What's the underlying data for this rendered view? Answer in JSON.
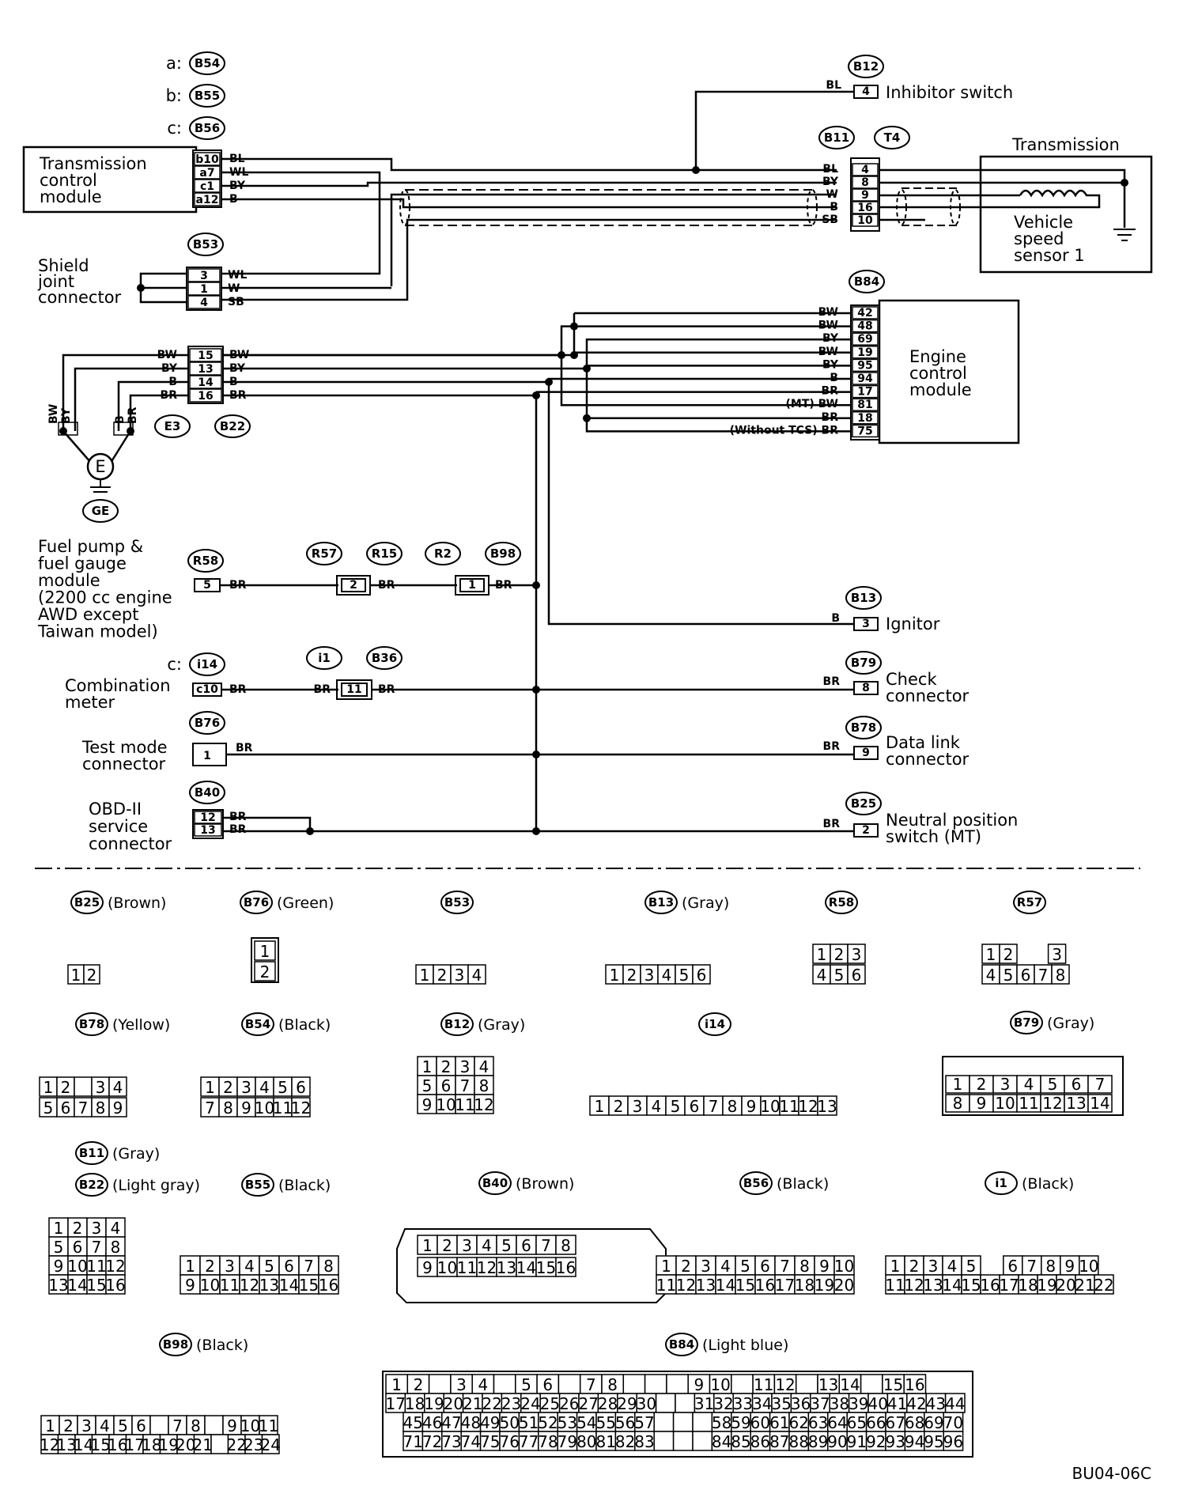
{
  "components": {
    "tcm": {
      "label": [
        "Transmission",
        "control",
        "module"
      ],
      "pins": [
        "b10",
        "a7",
        "c1",
        "a12"
      ],
      "wires": [
        "BL",
        "WL",
        "BY",
        "B"
      ]
    },
    "tcm_prefix": [
      {
        "letter": "a:",
        "id": "B54"
      },
      {
        "letter": "b:",
        "id": "B55"
      },
      {
        "letter": "c:",
        "id": "B56"
      }
    ],
    "inhibitor": {
      "id": "B12",
      "pin": "4",
      "wire": "BL",
      "label": "Inhibitor switch"
    },
    "b11": {
      "ids": [
        "B11",
        "T4"
      ],
      "pins": [
        "4",
        "8",
        "9",
        "16",
        "10"
      ],
      "wires": [
        "BL",
        "BY",
        "W",
        "B",
        "SB"
      ]
    },
    "transmission": {
      "title": "Transmission",
      "sensor": [
        "Vehicle",
        "speed",
        "sensor 1"
      ]
    },
    "shield": {
      "id": "B53",
      "label": [
        "Shield",
        "joint",
        "connector"
      ],
      "pins": [
        "3",
        "1",
        "4"
      ],
      "wires": [
        "WL",
        "W",
        "SB"
      ]
    },
    "ecm": {
      "id": "B84",
      "label": [
        "Engine",
        "control",
        "module"
      ],
      "pins": [
        "42",
        "48",
        "69",
        "19",
        "95",
        "94",
        "17",
        "81",
        "18",
        "75"
      ],
      "wires": [
        "BW",
        "BW",
        "BY",
        "BW",
        "BY",
        "B",
        "BR",
        "(MT) BW",
        "BR",
        "(Without TCS) BR"
      ]
    },
    "e3": {
      "ids": [
        "E3",
        "B22"
      ],
      "pins": [
        "15",
        "13",
        "14",
        "16"
      ],
      "wires_left": [
        "BW",
        "BY",
        "B",
        "BR"
      ],
      "wires_right": [
        "BW",
        "BY",
        "B",
        "BR"
      ],
      "vert": [
        "BW",
        "BY",
        "B",
        "BR"
      ],
      "ground": "E",
      "ground_id": "GE"
    },
    "fuel": {
      "id": "R58",
      "label": [
        "Fuel pump &",
        "fuel gauge",
        "module",
        "(2200 cc engine",
        "AWD except",
        "Taiwan model)"
      ],
      "pin": "5",
      "wire": "BR"
    },
    "r57": {
      "ids": [
        "R57",
        "R15"
      ],
      "pin": "2",
      "wire": "BR"
    },
    "r2": {
      "ids": [
        "R2",
        "B98"
      ],
      "pin": "1",
      "wire": "BR"
    },
    "ignitor": {
      "id": "B13",
      "pin": "3",
      "wire": "B",
      "label": "Ignitor"
    },
    "combo": {
      "prefix": "c:",
      "id": "i14",
      "label": [
        "Combination",
        "meter"
      ],
      "pin": "c10",
      "wire": "BR"
    },
    "i1": {
      "ids": [
        "i1",
        "B36"
      ],
      "pin": "11",
      "wire_l": "BR",
      "wire_r": "BR"
    },
    "check": {
      "id": "B79",
      "pin": "8",
      "wire": "BR",
      "label": [
        "Check",
        "connector"
      ]
    },
    "testmode": {
      "id": "B76",
      "label": [
        "Test mode",
        "connector"
      ],
      "pin": "1",
      "wire": "BR"
    },
    "datalink": {
      "id": "B78",
      "pin": "9",
      "wire": "BR",
      "label": [
        "Data link",
        "connector"
      ]
    },
    "obd": {
      "id": "B40",
      "label": [
        "OBD-II",
        "service",
        "connector"
      ],
      "pins": [
        "12",
        "13"
      ],
      "wires": [
        "BR",
        "BR"
      ]
    },
    "neutral": {
      "id": "B25",
      "pin": "2",
      "wire": "BR",
      "label": [
        "Neutral position",
        "switch (MT)"
      ]
    }
  },
  "connector_views": [
    {
      "id": "B25",
      "color": "(Brown)"
    },
    {
      "id": "B76",
      "color": "(Green)"
    },
    {
      "id": "B53",
      "color": ""
    },
    {
      "id": "B13",
      "color": "(Gray)"
    },
    {
      "id": "R58",
      "color": ""
    },
    {
      "id": "R57",
      "color": ""
    },
    {
      "id": "B78",
      "color": "(Yellow)"
    },
    {
      "id": "B54",
      "color": "(Black)"
    },
    {
      "id": "B12",
      "color": "(Gray)"
    },
    {
      "id": "i14",
      "color": ""
    },
    {
      "id": "B79",
      "color": "(Gray)"
    },
    {
      "id": "B11",
      "color": "(Gray)"
    },
    {
      "id": "B22",
      "color": "(Light gray)"
    },
    {
      "id": "B55",
      "color": "(Black)"
    },
    {
      "id": "B40",
      "color": "(Brown)"
    },
    {
      "id": "B56",
      "color": "(Black)"
    },
    {
      "id": "i1",
      "color": "(Black)"
    },
    {
      "id": "B98",
      "color": "(Black)"
    },
    {
      "id": "B84",
      "color": "(Light blue)"
    }
  ],
  "footer_code": "BU04-06C"
}
